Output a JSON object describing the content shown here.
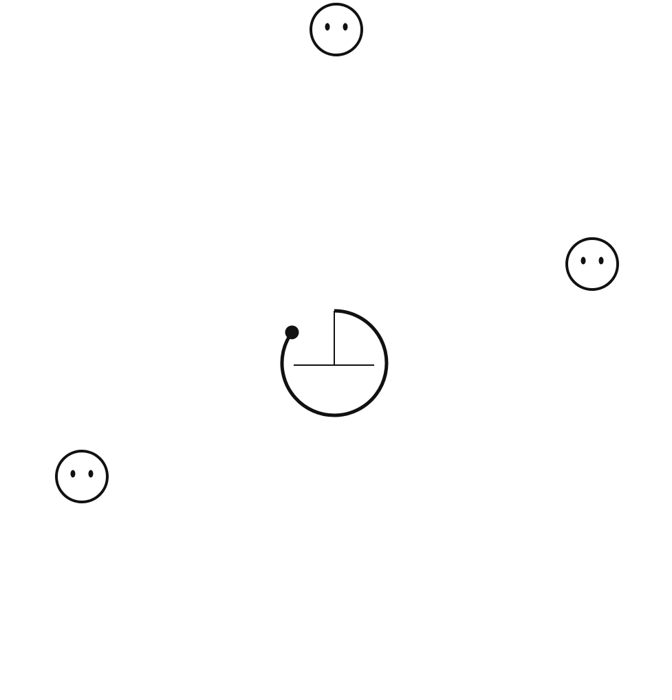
{
  "scene": {
    "background_color": "#ffffff",
    "stroke_color": "#111111"
  },
  "player": {
    "icon": "circle-dial-icon",
    "dial_fill_fraction": 0.85
  },
  "faces": [
    {
      "name": "face-top",
      "icon": "face-icon"
    },
    {
      "name": "face-right",
      "icon": "face-icon"
    },
    {
      "name": "face-left",
      "icon": "face-icon"
    }
  ]
}
